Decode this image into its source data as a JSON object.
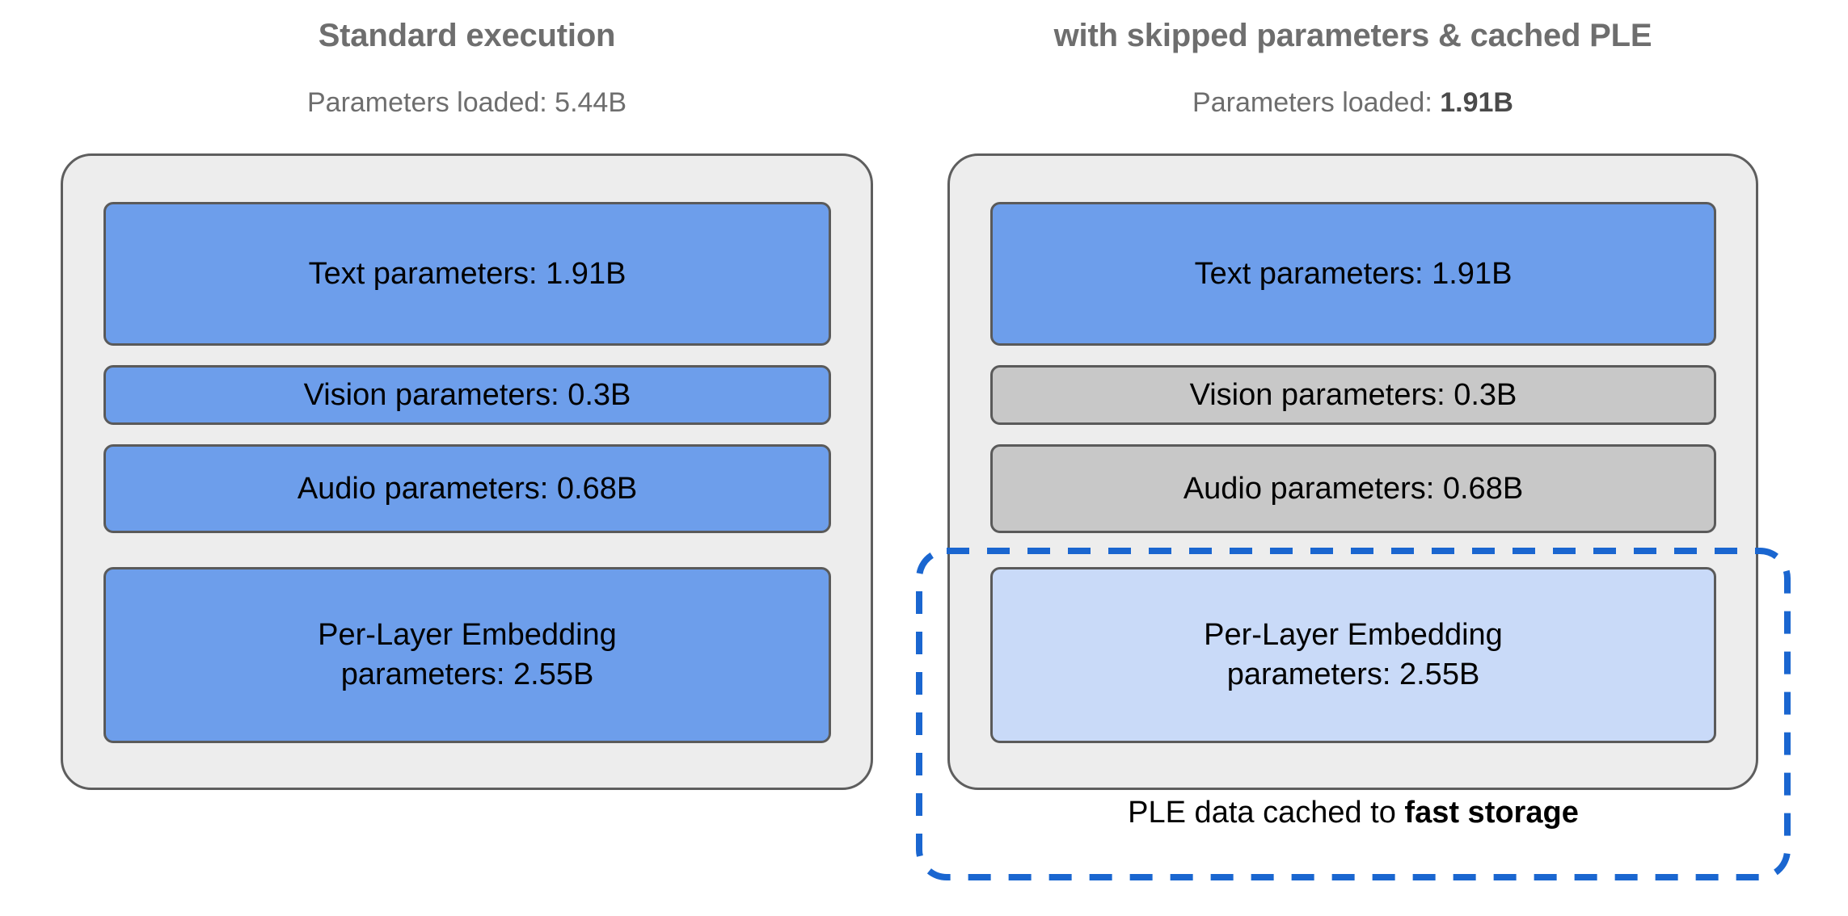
{
  "diagram": {
    "type": "comparison-diagram",
    "title_color": "#6e6e6e",
    "accent_color": "#1a66d0",
    "panel_fill": "#ededed",
    "block_active_fill": "#6d9eeb",
    "block_skipped_fill": "#c8c8c8",
    "block_cached_fill": "#c9daf8"
  },
  "columns": [
    {
      "id": "standard",
      "title": "Standard execution",
      "subtitle_prefix": "Parameters loaded: ",
      "subtitle_value": "5.44B",
      "subtitle_value_bold": false,
      "blocks": [
        {
          "id": "text",
          "label": "Text parameters: 1.91B",
          "state": "loaded"
        },
        {
          "id": "vision",
          "label": "Vision parameters: 0.3B",
          "state": "loaded"
        },
        {
          "id": "audio",
          "label": "Audio parameters: 0.68B",
          "state": "loaded"
        },
        {
          "id": "ple",
          "label_line1": "Per-Layer Embedding",
          "label_line2": "parameters: 2.55B",
          "state": "loaded"
        }
      ]
    },
    {
      "id": "optimized",
      "title": "with skipped parameters & cached PLE",
      "subtitle_prefix": "Parameters loaded: ",
      "subtitle_value": "1.91B",
      "subtitle_value_bold": true,
      "blocks": [
        {
          "id": "text",
          "label": "Text parameters: 1.91B",
          "state": "loaded"
        },
        {
          "id": "vision",
          "label": "Vision parameters: 0.3B",
          "state": "skipped"
        },
        {
          "id": "audio",
          "label": "Audio parameters: 0.68B",
          "state": "skipped"
        },
        {
          "id": "ple",
          "label_line1": "Per-Layer Embedding",
          "label_line2": "parameters: 2.55B",
          "state": "cached"
        }
      ]
    }
  ],
  "cache_callout": {
    "caption_prefix": "PLE data cached to ",
    "caption_strong": "fast storage",
    "stroke_color": "#1a66d0",
    "stroke_width": "8",
    "dash_pattern": "28 22"
  }
}
